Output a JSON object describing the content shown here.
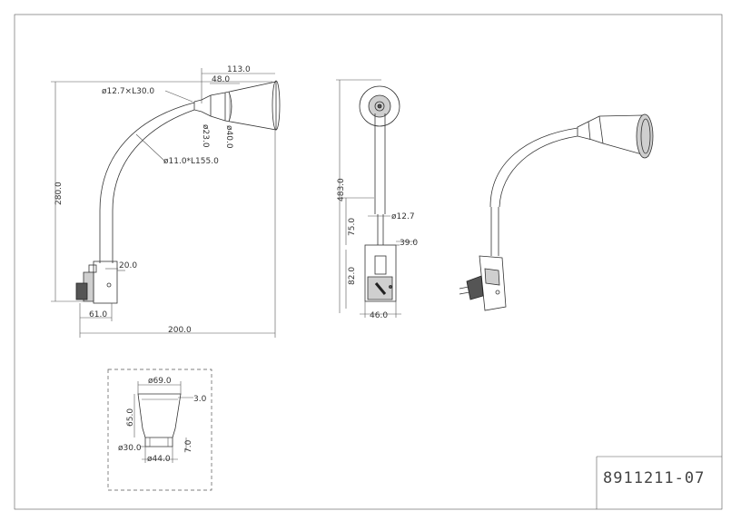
{
  "drawing": {
    "code": "8911211-07",
    "side_view": {
      "dim_total_reach": "113.0",
      "dim_shade_length": "48.0",
      "dim_neck": "ø12.7×L30.0",
      "dim_neck_dia": "ø23.0",
      "dim_shade_dia": "ø40.0",
      "dim_gooseneck": "ø11.0*L155.0",
      "dim_height": "280.0",
      "dim_plug_offset": "20.0",
      "dim_plug_width": "61.0",
      "dim_width": "200.0"
    },
    "front_view": {
      "dim_height": "483.0",
      "dim_tube_dia": "ø12.7",
      "dim_tube_length": "75.0",
      "dim_body_offset": "39.0",
      "dim_body_height": "82.0",
      "dim_body_width": "46.0"
    },
    "shade_detail": {
      "dim_top_dia": "ø69.0",
      "dim_lip": "3.0",
      "dim_height": "65.0",
      "dim_inner_dia": "ø30.0",
      "dim_bottom_dia": "ø44.0",
      "dim_base": "7.0"
    }
  }
}
